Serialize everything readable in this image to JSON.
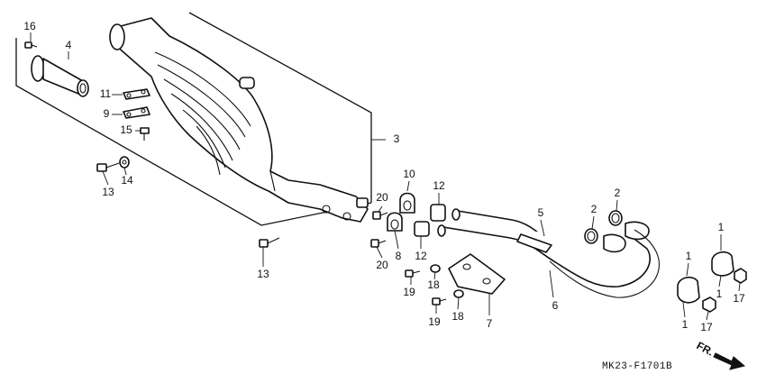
{
  "diagram": {
    "drawing_code": "MK23-F1701B",
    "direction_label": "FR.",
    "callouts": {
      "c1a": "1",
      "c1b": "1",
      "c1c": "1",
      "c1d": "1",
      "c2a": "2",
      "c2b": "2",
      "c3": "3",
      "c4": "4",
      "c5": "5",
      "c6": "6",
      "c7": "7",
      "c8": "8",
      "c9": "9",
      "c10": "10",
      "c11": "11",
      "c12a": "12",
      "c12b": "12",
      "c13a": "13",
      "c13b": "13",
      "c14": "14",
      "c15": "15",
      "c16": "16",
      "c17a": "17",
      "c17b": "17",
      "c18a": "18",
      "c18b": "18",
      "c19a": "19",
      "c19b": "19",
      "c20a": "20",
      "c20b": "20"
    }
  }
}
